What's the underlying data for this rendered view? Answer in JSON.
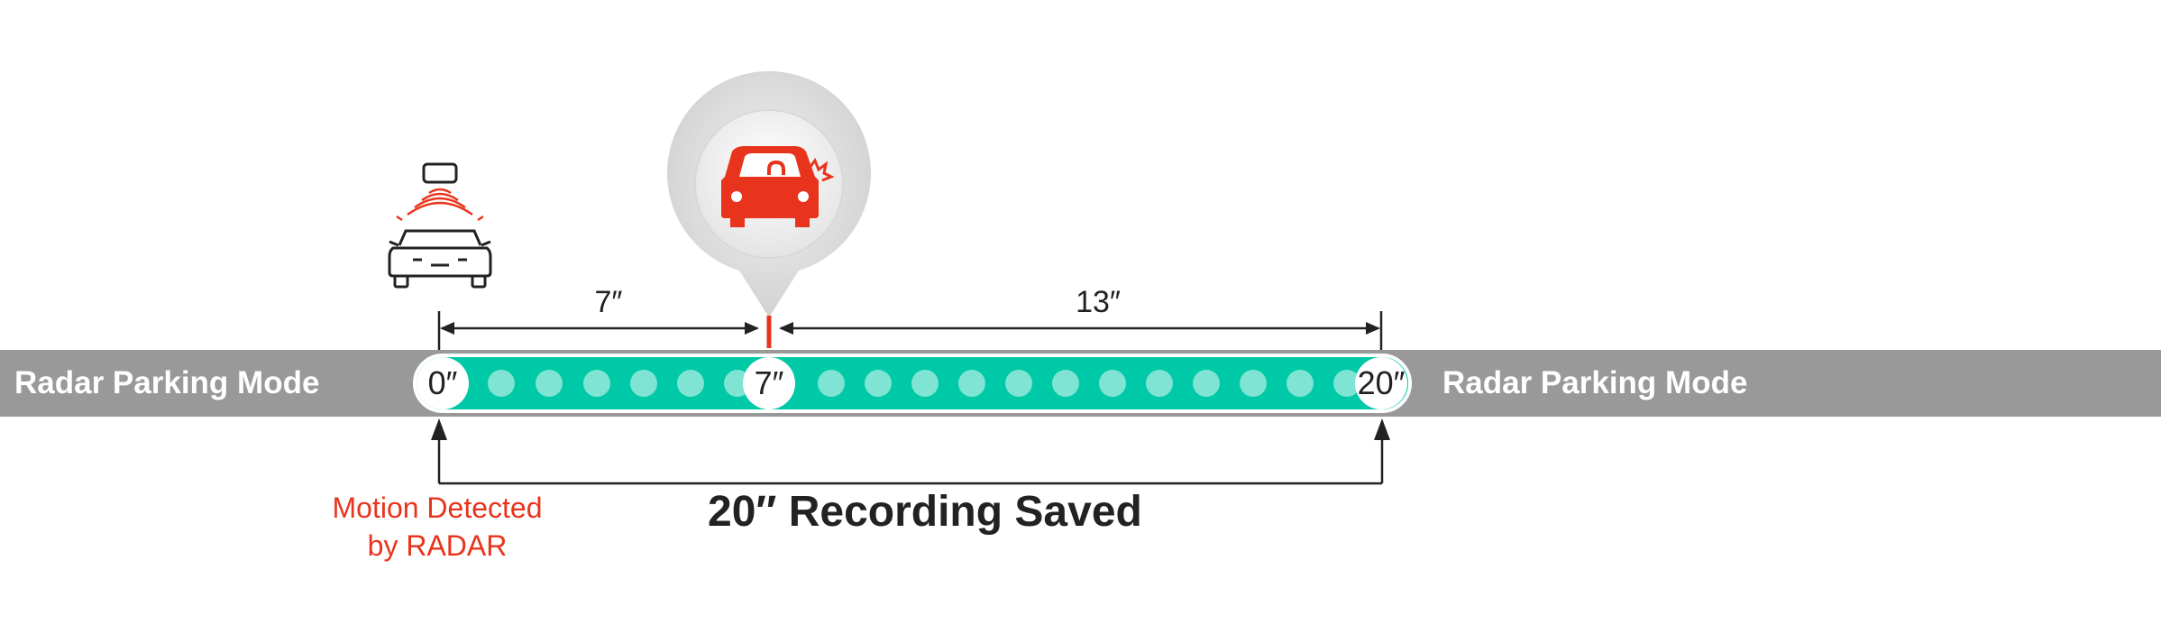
{
  "band": {
    "left_label": "Radar Parking Mode",
    "right_label": "Radar Parking Mode"
  },
  "markers": {
    "start": "0″",
    "event": "7″",
    "end": "20″"
  },
  "dimensions": {
    "before_event": "7″",
    "after_event": "13″"
  },
  "trigger": {
    "line1": "Motion Detected",
    "line2": "by RADAR"
  },
  "caption": "20″ Recording Saved",
  "icons": {
    "radar_car": "car-radar-icon",
    "impact": "car-impact-icon"
  },
  "colors": {
    "band": "#999999",
    "recording": "#00c9a7",
    "alert_red": "#e8341c"
  }
}
